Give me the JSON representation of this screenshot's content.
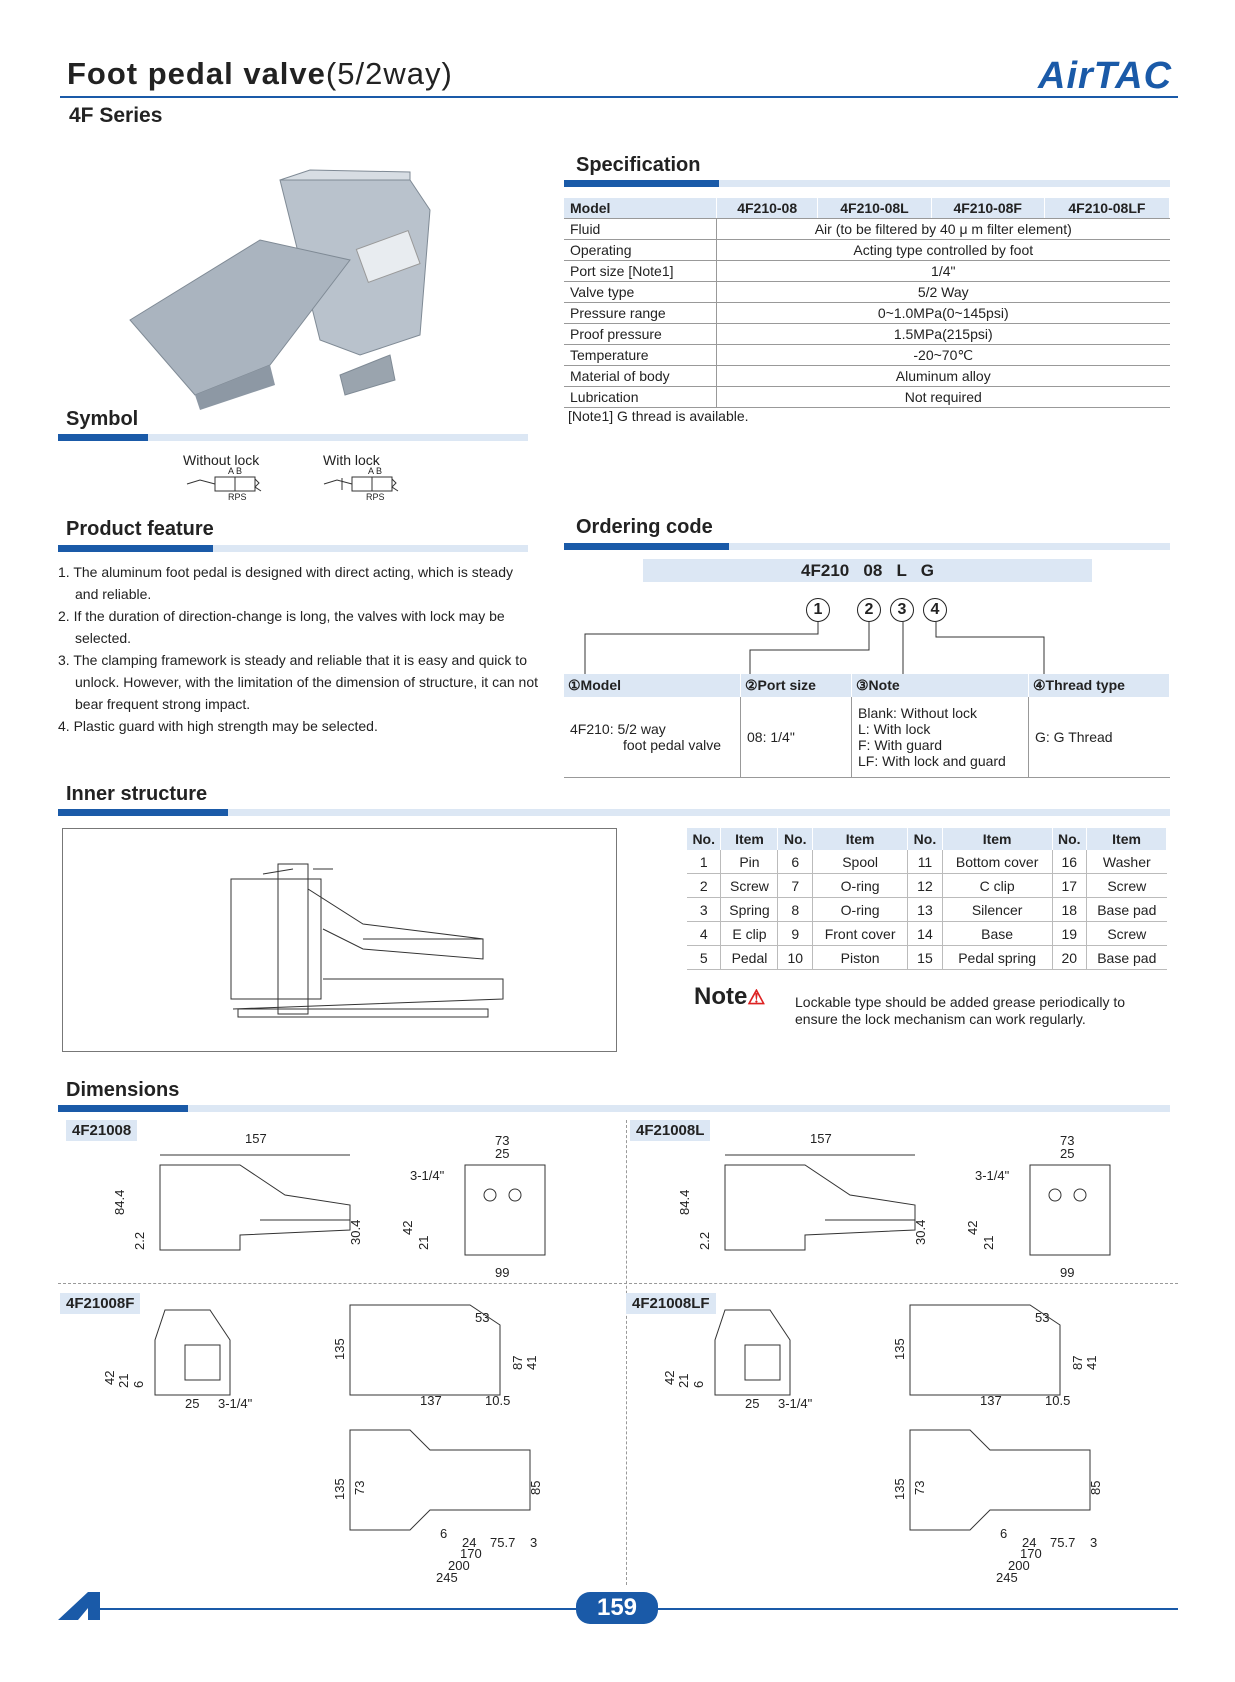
{
  "header": {
    "title": "Foot pedal valve",
    "title_paren": "(5/2way)",
    "series": "4F Series",
    "logo": "AirTAC"
  },
  "sections": {
    "specification": "Specification",
    "symbol": "Symbol",
    "product_feature": "Product feature",
    "ordering_code": "Ordering code",
    "inner_structure": "Inner structure",
    "dimensions": "Dimensions"
  },
  "spec": {
    "model_label": "Model",
    "models": [
      "4F210-08",
      "4F210-08L",
      "4F210-08F",
      "4F210-08LF"
    ],
    "rows": [
      {
        "k": "Fluid",
        "v": "Air (to be filtered by 40 μ m filter element)"
      },
      {
        "k": "Operating",
        "v": "Acting type controlled by foot"
      },
      {
        "k": "Port size [Note1]",
        "v": "1/4\""
      },
      {
        "k": "Valve type",
        "v": "5/2 Way"
      },
      {
        "k": "Pressure range",
        "v": "0~1.0MPa(0~145psi)"
      },
      {
        "k": "Proof pressure",
        "v": "1.5MPa(215psi)"
      },
      {
        "k": "Temperature",
        "v": "-20~70℃"
      },
      {
        "k": "Material of body",
        "v": "Aluminum alloy"
      },
      {
        "k": "Lubrication",
        "v": "Not required"
      }
    ],
    "note": "[Note1] G thread is available."
  },
  "symbol": {
    "without": "Without lock",
    "with": "With lock",
    "ab": "A B",
    "rps": "RPS"
  },
  "features": [
    "1. The aluminum foot pedal is designed with direct acting, which is steady  and reliable.",
    "2. If the duration of direction-change is long, the valves with lock may be selected.",
    "3. The clamping framework is steady and reliable that it is easy and quick to unlock. However, with the limitation of the dimension of structure, it can not bear frequent strong impact.",
    "4. Plastic guard with high strength may be selected."
  ],
  "ordering": {
    "code": "4F210   08   L   G",
    "nums": [
      "1",
      "2",
      "3",
      "4"
    ],
    "headers": [
      "①Model",
      "②Port size",
      "③Note",
      "④Thread type"
    ],
    "model": "4F210: 5/2 way\nfoot pedal valve",
    "model_l1": "4F210: 5/2 way",
    "model_l2": "foot pedal valve",
    "port": "08: 1/4\"",
    "notes": [
      "Blank: Without lock",
      "L: With lock",
      "F: With guard",
      "LF: With lock and guard"
    ],
    "thread": "G: G Thread"
  },
  "parts": {
    "headers": [
      "No.",
      "Item",
      "No.",
      "Item",
      "No.",
      "Item",
      "No.",
      "Item"
    ],
    "rows": [
      [
        "1",
        "Pin",
        "6",
        "Spool",
        "11",
        "Bottom cover",
        "16",
        "Washer"
      ],
      [
        "2",
        "Screw",
        "7",
        "O-ring",
        "12",
        "C clip",
        "17",
        "Screw"
      ],
      [
        "3",
        "Spring",
        "8",
        "O-ring",
        "13",
        "Silencer",
        "18",
        "Base pad"
      ],
      [
        "4",
        "E clip",
        "9",
        "Front cover",
        "14",
        "Base",
        "19",
        "Screw"
      ],
      [
        "5",
        "Pedal",
        "10",
        "Piston",
        "15",
        "Pedal spring",
        "20",
        "Base pad"
      ]
    ]
  },
  "note": {
    "label": "Note",
    "text1": "Lockable type should be added grease periodically to",
    "text2": "ensure the lock mechanism can work regularly."
  },
  "dims": {
    "labels": [
      "4F21008",
      "4F21008L",
      "4F21008F",
      "4F21008LF"
    ],
    "v157": "157",
    "v84": "84.4",
    "v22": "2.2",
    "v304": "30.4",
    "v73": "73",
    "v25": "25",
    "v314": "3-1/4\"",
    "v42": "42",
    "v21": "21",
    "v99": "99",
    "v135": "135",
    "v53": "53",
    "v87": "87",
    "v41": "41",
    "v137": "137",
    "v105": "10.5",
    "v6": "6",
    "v85": "85",
    "v24": "24",
    "v757": "75.7",
    "v3": "3",
    "v170": "170",
    "v200": "200",
    "v245": "245"
  },
  "page_number": "159"
}
